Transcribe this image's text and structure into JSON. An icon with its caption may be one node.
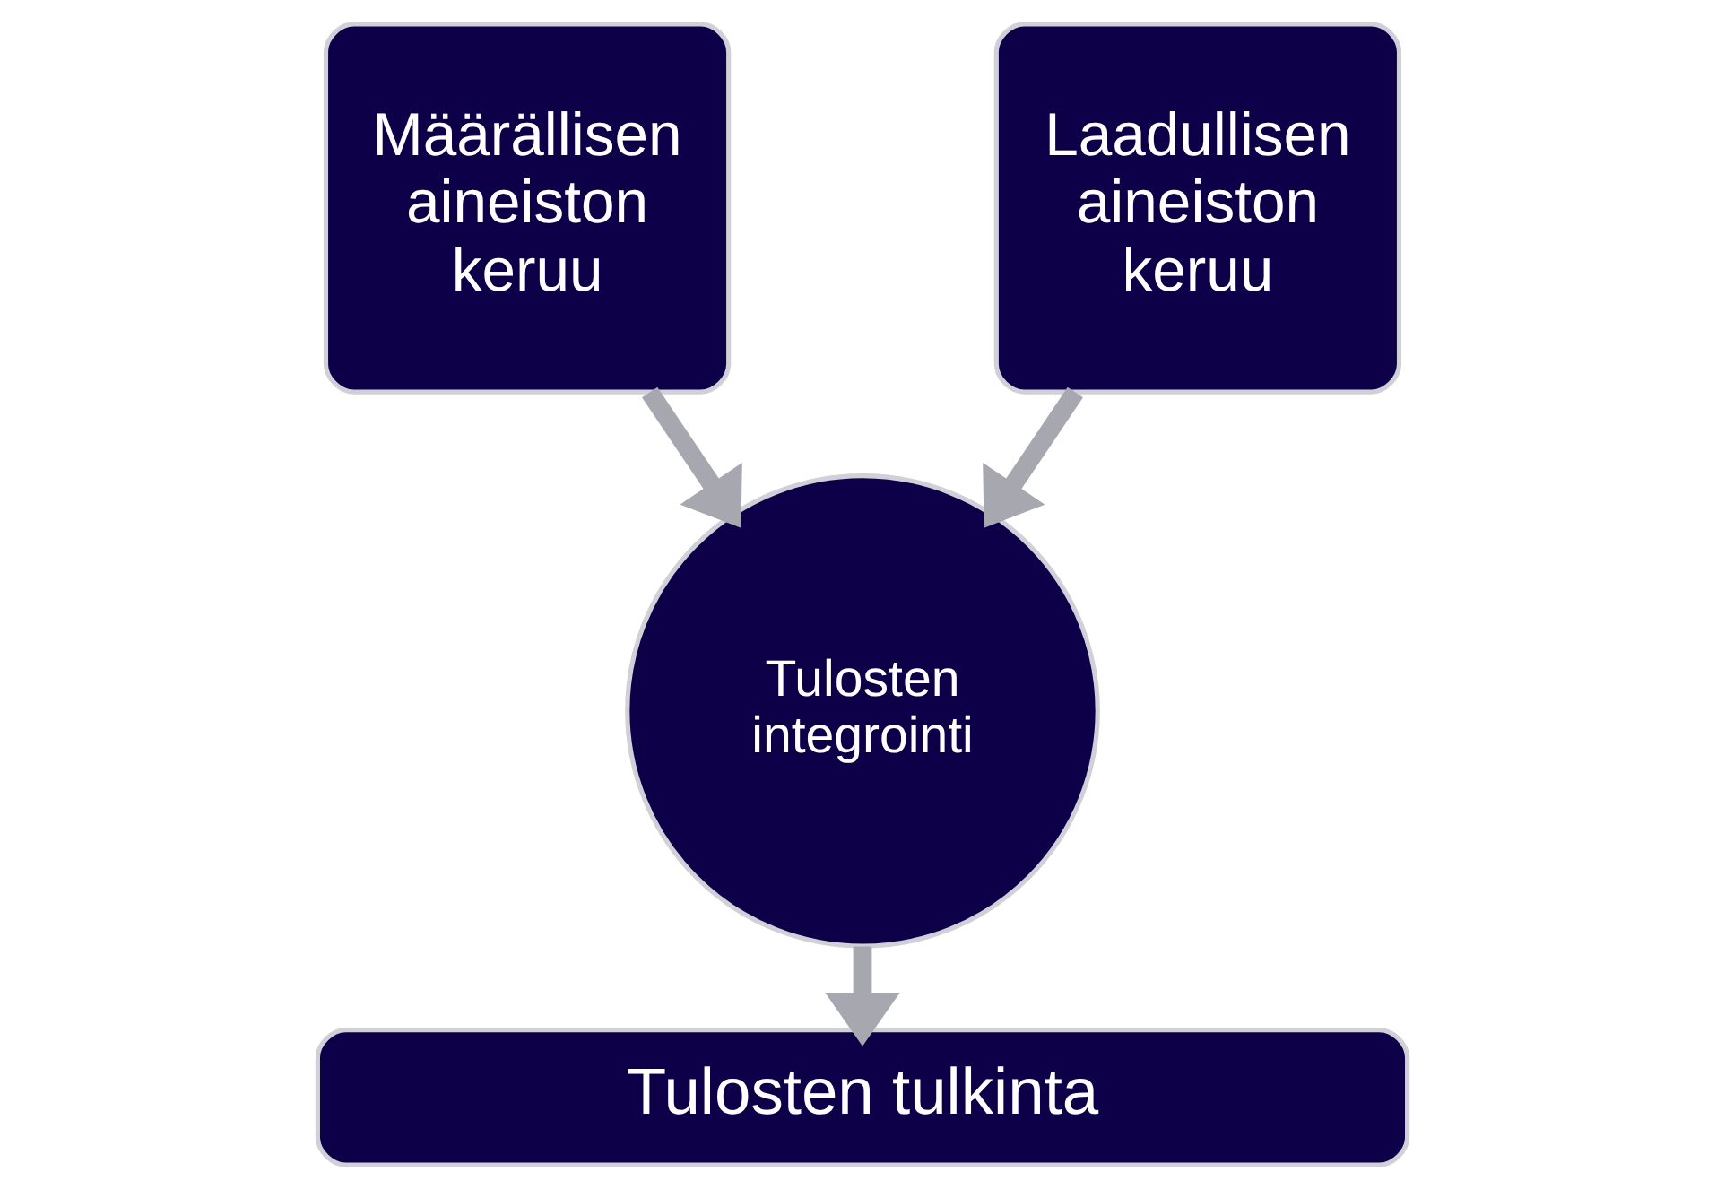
{
  "diagram": {
    "nodes": [
      {
        "text": [
          "Määrällisen aineiston keruu"
        ]
      },
      {
        "text": [
          "Laadullisen aineiston keruu"
        ]
      },
      {
        "text": [
          "Tulosten integrointi"
        ]
      },
      {
        "text": [
          "Tulosten tulkinta"
        ]
      }
    ],
    "edges": [
      {
        "from": 0,
        "to": 2,
        "arrow": "to"
      },
      {
        "from": 1,
        "to": 2,
        "arrow": "to"
      },
      {
        "from": 2,
        "to": 3,
        "arrow": "to"
      }
    ]
  }
}
